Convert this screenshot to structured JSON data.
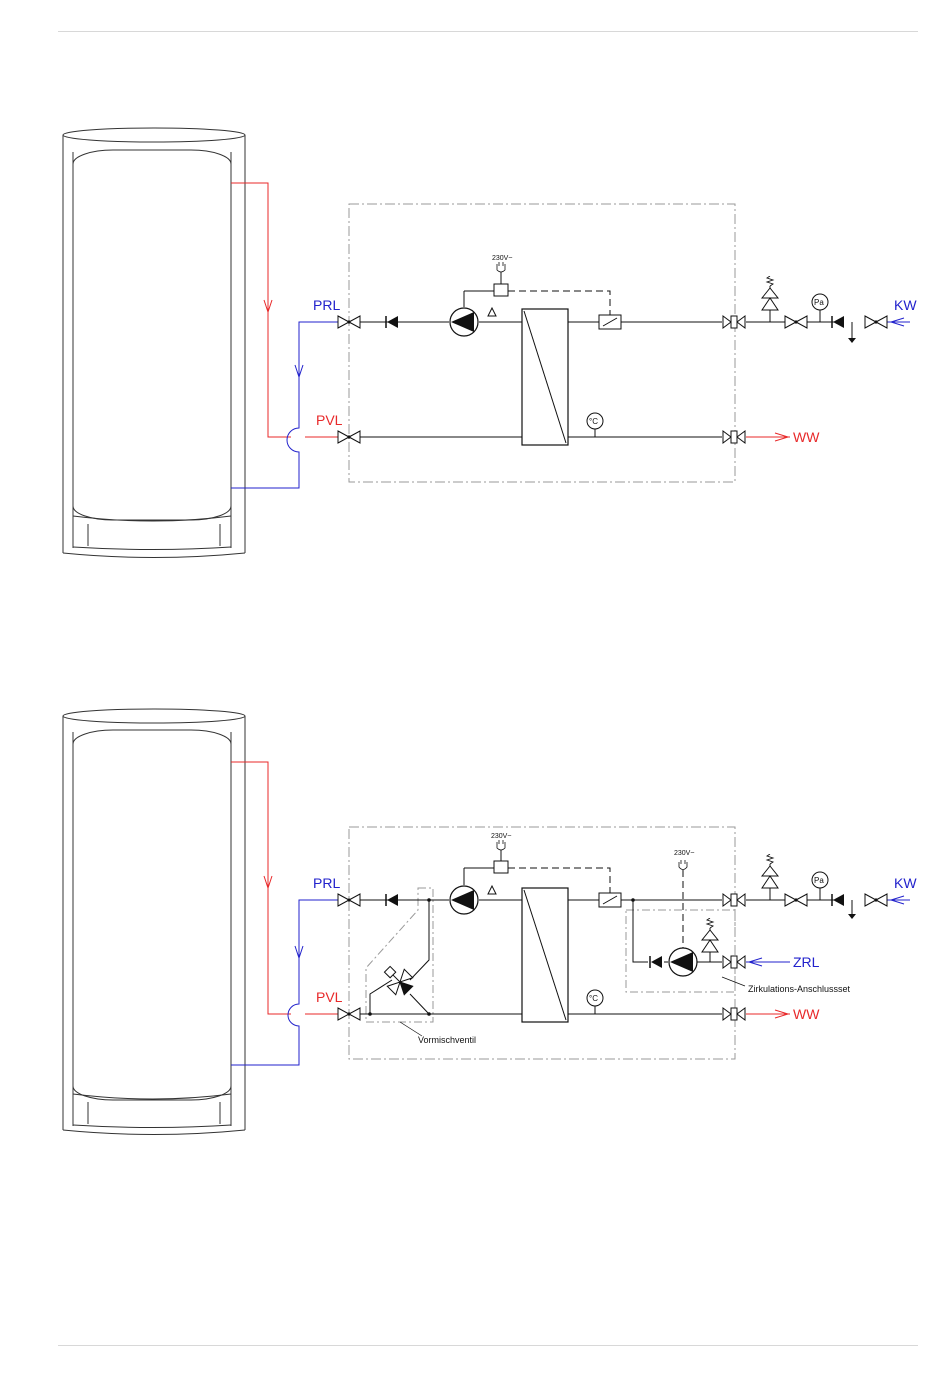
{
  "colors": {
    "flow": "#e8292a",
    "return": "#2222cc",
    "line": "#111111",
    "frame": "#888888"
  },
  "diagram1": {
    "prl": "PRL",
    "pvl": "PVL",
    "kw": "KW",
    "ww": "WW",
    "voltage": "230V~",
    "temp": "°C",
    "pressure": "Pa"
  },
  "diagram2": {
    "prl": "PRL",
    "pvl": "PVL",
    "kw": "KW",
    "ww": "WW",
    "zrl": "ZRL",
    "voltage_pump": "230V~",
    "voltage_circ": "230V~",
    "temp": "°C",
    "pressure": "Pa",
    "mixer_label": "Vormischventil",
    "circ_label": "Zirkulations-Anschlussset"
  }
}
